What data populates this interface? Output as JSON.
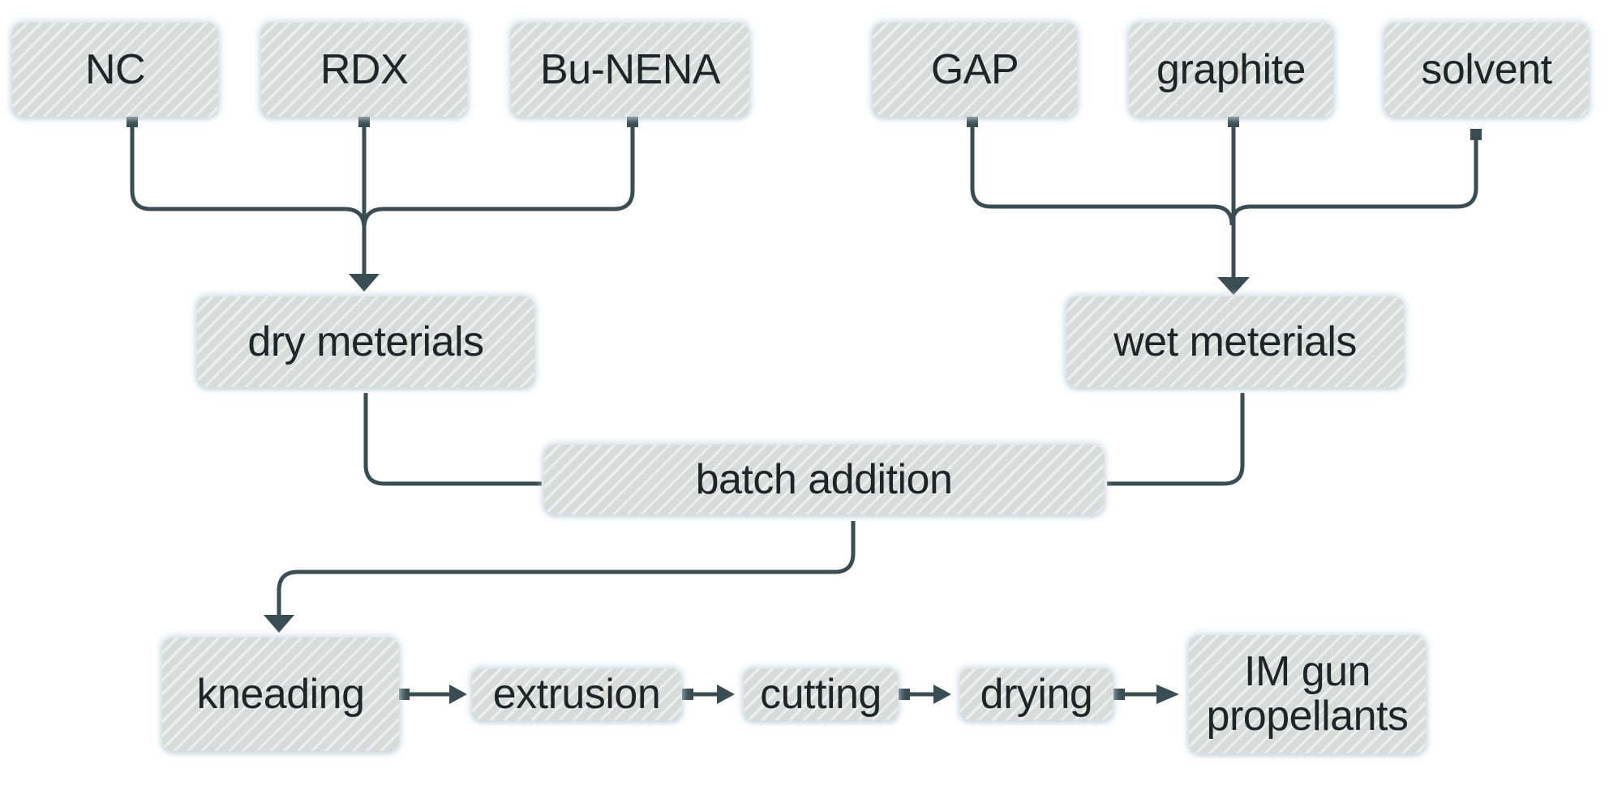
{
  "nodes": {
    "nc": "NC",
    "rdx": "RDX",
    "bu_nena": "Bu-NENA",
    "gap": "GAP",
    "graphite": "graphite",
    "solvent": "solvent",
    "dry_materials": "dry meterials",
    "wet_materials": "wet meterials",
    "batch_addition": "batch addition",
    "kneading": "kneading",
    "extrusion": "extrusion",
    "cutting": "cutting",
    "drying": "drying",
    "im_gun_propellants_line1": "IM gun",
    "im_gun_propellants_line2": "propellants"
  },
  "colors": {
    "connector": "#3a4d52",
    "node_fill": "#d7dbda",
    "node_glow": "#c8d7e1",
    "text": "#1f2426"
  }
}
